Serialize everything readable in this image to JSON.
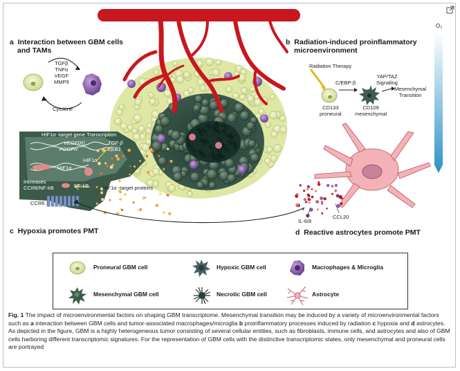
{
  "panels": {
    "a": {
      "letter": "a",
      "title_line1": "Interaction between GBM cells",
      "title_line2": "and TAMs",
      "factors": [
        "TGFβ",
        "TNFα",
        "VEGF",
        "MMP9"
      ],
      "cytokine": "Cytokine"
    },
    "b": {
      "letter": "b",
      "title_line1": "Radiation-induced proinflammatory",
      "title_line2": "microenvironment",
      "radiation": "Radiation Therapy",
      "cebp": "C/EBP-β",
      "yap_line1": "YAP/TAZ",
      "yap_line2": "Signaling",
      "mes_line1": "Mesenchymal",
      "mes_line2": "Transition",
      "cd133_line1": "CD133",
      "cd133_line2": "proneural",
      "cd109_line1": "CD109",
      "cd109_line2": "mesenchymal"
    },
    "c": {
      "letter": "c",
      "title": "Hypoxia promotes PMT",
      "gene_transcription": "HIF1α -target gene Transcription",
      "vegf": "VEGF(R)",
      "pdgfr": "PDGFR",
      "tgf": "TGF-β",
      "zeb": "ZEB1",
      "hif_a": "HIF1α",
      "hif_b": "HIF1α",
      "increases_line1": "Increases",
      "increases_line2": "CCR6/NF-kB",
      "nfkb": "NF-kB",
      "ccr6": "CCR6",
      "target_proteins": "HIF1α -target proteins"
    },
    "d": {
      "letter": "d",
      "title": "Reactive astrocytes promote PMT",
      "ccl20": "CCL20",
      "il": "IL-6/8"
    }
  },
  "o2_label": "O₂",
  "legend": [
    {
      "icon": "proneural-cell-icon",
      "label": "Proneural GBM cell"
    },
    {
      "icon": "hypoxic-cell-icon",
      "label": "Hypoxic GBM cell"
    },
    {
      "icon": "macrophage-icon",
      "label": "Macrophages & Microglia"
    },
    {
      "icon": "mesenchymal-cell-icon",
      "label": "Mesenchymal GBM cell"
    },
    {
      "icon": "necrotic-cell-icon",
      "label": "Necrotic GBM cell"
    },
    {
      "icon": "astrocyte-icon",
      "label": "Astrocyte"
    }
  ],
  "caption": {
    "fig_label": "Fig. 1",
    "s1": " The impact of microenvironmental factors on shaping GBM transcriptome. Mesenchymal transition may be induced by a variety of microenvironmental factors such as ",
    "a": "a",
    "s2": " interaction between GBM cells and tumor-associated macrophages/microglia ",
    "b": "b",
    "s3": " proinflammatory processes induced by radiation ",
    "c": "c",
    "s4": " hypoxia and ",
    "d": "d",
    "s5": " astrocytes. As depicted in the figure, GBM is a highly heterogeneous tumor consisting of several cellular entities, such as fibroblasts, immune cells, and astrocytes and also of GBM cells harboring different transcriptomic signatures. For the representation of GBM cells with the distinctive transcriptomic states, only mesenchymal and proneural cells are portrayed"
  },
  "colors": {
    "vessel": "#c8171e",
    "proneural": "#e9efb8",
    "mesenchymal": "#4d6b5a",
    "macrophage": "#8c5fb0",
    "astrocyte": "#f2b2b8",
    "o2_gradient_top": "#ffffff",
    "o2_gradient_bottom": "#2b92c7"
  }
}
